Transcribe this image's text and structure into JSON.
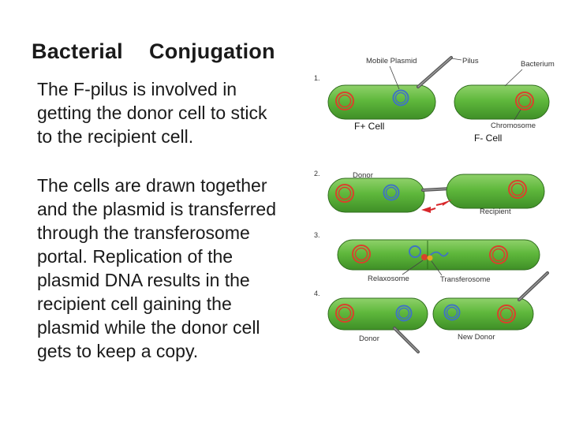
{
  "title": {
    "part1": "Bacterial",
    "part2": "Conjugation"
  },
  "paragraph1": [
    "The F-pilus is involved in",
    "getting the donor cell to stick",
    "to the recipient cell."
  ],
  "paragraph2": [
    "The cells are drawn together",
    "and the plasmid is transferred",
    "through the transferosome",
    "portal.  Replication of the",
    "plasmid DNA results in the",
    "recipient cell gaining the",
    "plasmid while the donor cell",
    "gets to keep a copy."
  ],
  "figure": {
    "step_numbers": [
      "1.",
      "2.",
      "3.",
      "4."
    ],
    "labels": {
      "mobile_plasmid": "Mobile Plasmid",
      "pilus": "Pilus",
      "bacterium": "Bacterium",
      "chromosome": "Chromosome",
      "f_plus_cell": "F+ Cell",
      "f_minus_cell": "F- Cell",
      "donor": "Donor",
      "recipient": "Recipient",
      "relaxosome": "Relaxosome",
      "transferosome": "Transferosome",
      "donor_final": "Donor",
      "new_donor": "New Donor"
    },
    "colors": {
      "cell": "#5fb83c",
      "chromosome": "#d9412b",
      "plasmid": "#3f74c2",
      "arrow": "#d8262a"
    }
  }
}
